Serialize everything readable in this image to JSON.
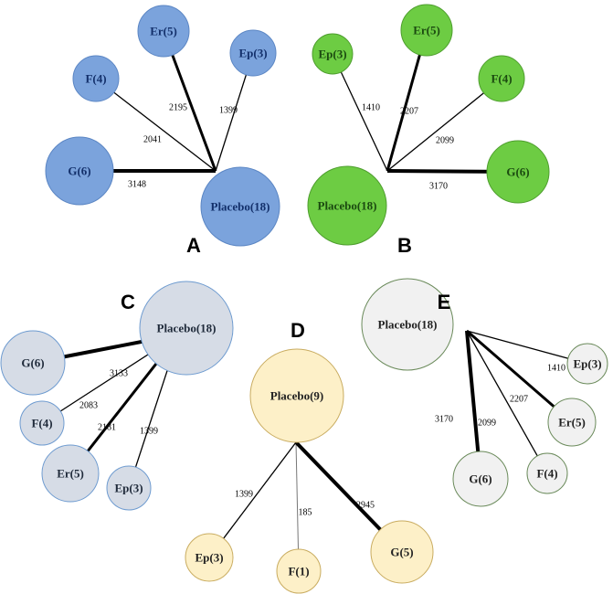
{
  "panels": [
    {
      "id": "A",
      "label": "A",
      "colors": {
        "fill": "#7ba3dc",
        "stroke": "#5b86c4",
        "text": "#13306b"
      },
      "nodes": [
        {
          "key": "placebo",
          "label": "Placebo(18)"
        },
        {
          "key": "g",
          "label": "G(6)"
        },
        {
          "key": "f",
          "label": "F(4)"
        },
        {
          "key": "er",
          "label": "Er(5)"
        },
        {
          "key": "ep",
          "label": "Ep(3)"
        }
      ],
      "edges": [
        {
          "to": "g",
          "value": "3148"
        },
        {
          "to": "f",
          "value": "2041"
        },
        {
          "to": "er",
          "value": "2195"
        },
        {
          "to": "ep",
          "value": "1399"
        }
      ]
    },
    {
      "id": "B",
      "label": "B",
      "colors": {
        "fill": "#6dcc43",
        "stroke": "#4e9e2e",
        "text": "#1b4a10"
      },
      "nodes": [
        {
          "key": "placebo",
          "label": "Placebo(18)"
        },
        {
          "key": "ep",
          "label": "Ep(3)"
        },
        {
          "key": "er",
          "label": "Er(5)"
        },
        {
          "key": "f",
          "label": "F(4)"
        },
        {
          "key": "g",
          "label": "G(6)"
        }
      ],
      "edges": [
        {
          "to": "ep",
          "value": "1410"
        },
        {
          "to": "er",
          "value": "2207"
        },
        {
          "to": "f",
          "value": "2099"
        },
        {
          "to": "g",
          "value": "3170"
        }
      ]
    },
    {
      "id": "C",
      "label": "C",
      "colors": {
        "fill": "#d6dce6",
        "stroke": "#6e9bd0",
        "text": "#1f2a3a"
      },
      "nodes": [
        {
          "key": "placebo",
          "label": "Placebo(18)"
        },
        {
          "key": "g",
          "label": "G(6)"
        },
        {
          "key": "f",
          "label": "F(4)"
        },
        {
          "key": "er",
          "label": "Er(5)"
        },
        {
          "key": "ep",
          "label": "Ep(3)"
        }
      ],
      "edges": [
        {
          "to": "g",
          "value": "3133"
        },
        {
          "to": "f",
          "value": "2083"
        },
        {
          "to": "er",
          "value": "2181"
        },
        {
          "to": "ep",
          "value": "1399"
        }
      ]
    },
    {
      "id": "D",
      "label": "D",
      "colors": {
        "fill": "#fdf0c8",
        "stroke": "#c9ac60",
        "text": "#222222"
      },
      "nodes": [
        {
          "key": "placebo",
          "label": "Placebo(9)"
        },
        {
          "key": "ep",
          "label": "Ep(3)"
        },
        {
          "key": "f",
          "label": "F(1)"
        },
        {
          "key": "g",
          "label": "G(5)"
        }
      ],
      "edges": [
        {
          "to": "ep",
          "value": "1399"
        },
        {
          "to": "f",
          "value": "185"
        },
        {
          "to": "g",
          "value": "2945"
        }
      ]
    },
    {
      "id": "E",
      "label": "E",
      "colors": {
        "fill": "#f1f1f1",
        "stroke": "#6a8a5a",
        "text": "#222222"
      },
      "nodes": [
        {
          "key": "placebo",
          "label": "Placebo(18)"
        },
        {
          "key": "ep",
          "label": "Ep(3)"
        },
        {
          "key": "er",
          "label": "Er(5)"
        },
        {
          "key": "f",
          "label": "F(4)"
        },
        {
          "key": "g",
          "label": "G(6)"
        }
      ],
      "edges": [
        {
          "to": "ep",
          "value": "1410"
        },
        {
          "to": "er",
          "value": "2207"
        },
        {
          "to": "f",
          "value": "2099"
        },
        {
          "to": "g",
          "value": "3170"
        }
      ]
    }
  ]
}
